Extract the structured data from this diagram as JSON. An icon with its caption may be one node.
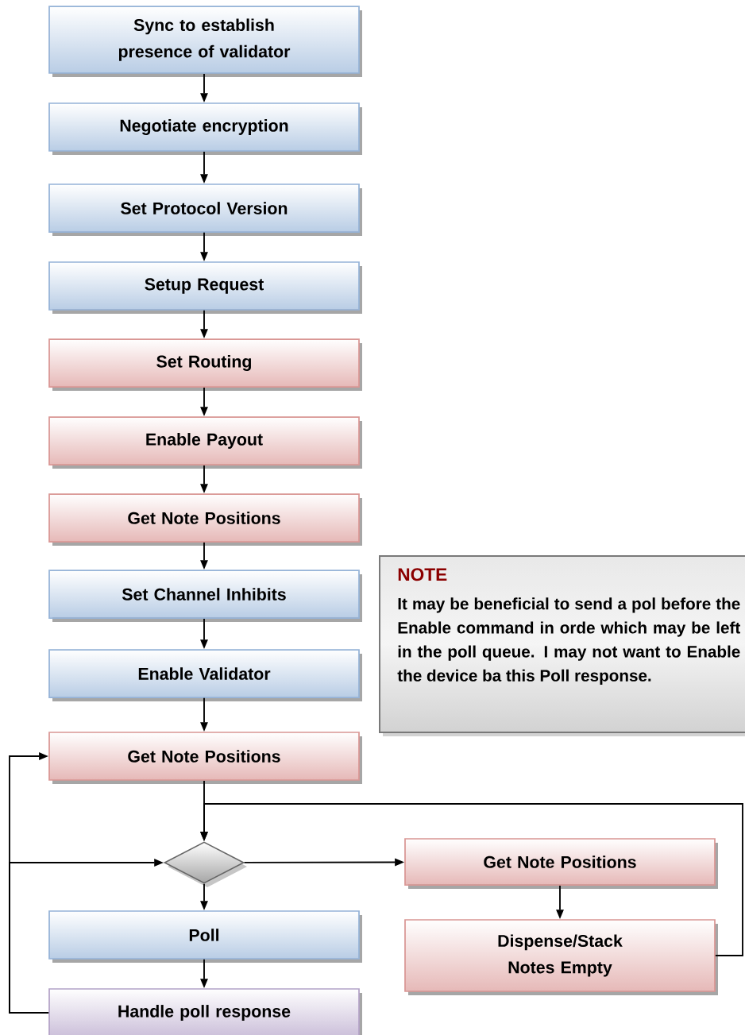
{
  "diagram": {
    "nodes": [
      {
        "text": [
          "Sync to establish presence of validator"
        ]
      },
      {
        "text": [
          "Negotiate encryption"
        ]
      },
      {
        "text": [
          "Set Protocol Version"
        ]
      },
      {
        "text": [
          "Setup Request"
        ]
      },
      {
        "text": [
          "Set Routing"
        ]
      },
      {
        "text": [
          "Enable Payout"
        ]
      },
      {
        "text": [
          "Get Note Positions"
        ]
      },
      {
        "text": [
          "NOTE",
          "It may be beneficial to send a pol before the Enable command in orde which may be left in the poll queue. I may not want to Enable the device ba this Poll response."
        ]
      },
      {
        "text": [
          "Set Channel Inhibits"
        ]
      },
      {
        "text": [
          "Enable Validator"
        ]
      },
      {
        "text": [
          "Get Note Positions"
        ]
      },
      {
        "text": [],
        "shape": "diamond"
      },
      {
        "text": [
          "Get Note Positions"
        ]
      },
      {
        "text": [
          "Poll"
        ]
      },
      {
        "text": [
          "Dispense/Stack Notes Empty"
        ]
      },
      {
        "text": [
          "Handle poll response"
        ]
      }
    ],
    "edges": [
      {
        "from": 0,
        "to": 1,
        "arrow": "to"
      },
      {
        "from": 1,
        "to": 2,
        "arrow": "to"
      },
      {
        "from": 2,
        "to": 3,
        "arrow": "to"
      },
      {
        "from": 3,
        "to": 4,
        "arrow": "to"
      },
      {
        "from": 4,
        "to": 5,
        "arrow": "to"
      },
      {
        "from": 5,
        "to": 6,
        "arrow": "to"
      },
      {
        "from": 6,
        "to": 8,
        "arrow": "to"
      },
      {
        "from": 8,
        "to": 9,
        "arrow": "to"
      },
      {
        "from": 9,
        "to": 10,
        "arrow": "to"
      },
      {
        "from": 10,
        "to": 11,
        "arrow": "to"
      },
      {
        "from": 11,
        "to": 12,
        "arrow": "to"
      },
      {
        "from": 11,
        "to": 13,
        "arrow": "to"
      },
      {
        "from": 12,
        "to": 14,
        "arrow": "to"
      },
      {
        "from": 13,
        "to": 15,
        "arrow": "to"
      },
      {
        "from": 15,
        "to": 10,
        "arrow": "to"
      },
      {
        "from": 15,
        "to": 11,
        "arrow": "to"
      },
      {
        "from": 14,
        "to": 11,
        "arrow": "to"
      }
    ]
  }
}
